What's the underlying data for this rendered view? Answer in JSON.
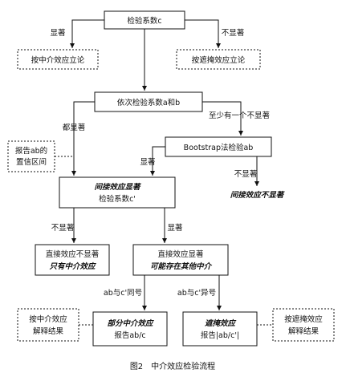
{
  "nodes": {
    "test_c": "检验系数c",
    "by_mediation": "按中介效应立论",
    "by_suppression_top": "按遮掩效应立论",
    "test_a_b": "依次检验系数a和b",
    "report_ci": [
      "报告ab的",
      "置信区间"
    ],
    "bootstrap": "Bootstrap法检验ab",
    "indirect_not_sig": "间接效应不显著",
    "indirect_sig_line1": "间接效应显著",
    "indirect_sig_line2": "检验系数c'",
    "direct_not_sig_line1": "直接效应不显著",
    "direct_not_sig_line2": "只有中介效应",
    "direct_sig_line1": "直接效应显著",
    "direct_sig_line2": "可能存在其他中介",
    "by_mediation_explain": [
      "按中介效应",
      "解释结果"
    ],
    "partial_line1": "部分中介效应",
    "partial_line2": "报告ab/c",
    "suppression_line1": "遮掩效应",
    "suppression_line2": "报告|ab/c'|",
    "by_suppression_explain": [
      "按遮掩效应",
      "解释结果"
    ]
  },
  "edge_labels": {
    "significant": "显著",
    "not_significant": "不显著",
    "all_significant": "都显著",
    "at_least_one_not": "至少有一个不显著",
    "bootstrap_sig": "显著",
    "bootstrap_not_sig": "不显著",
    "cprime_not_sig": "不显著",
    "cprime_sig": "显著",
    "same_sign": "ab与c'同号",
    "diff_sign": "ab与c'异号"
  },
  "caption": "图2　中介效应检验流程"
}
